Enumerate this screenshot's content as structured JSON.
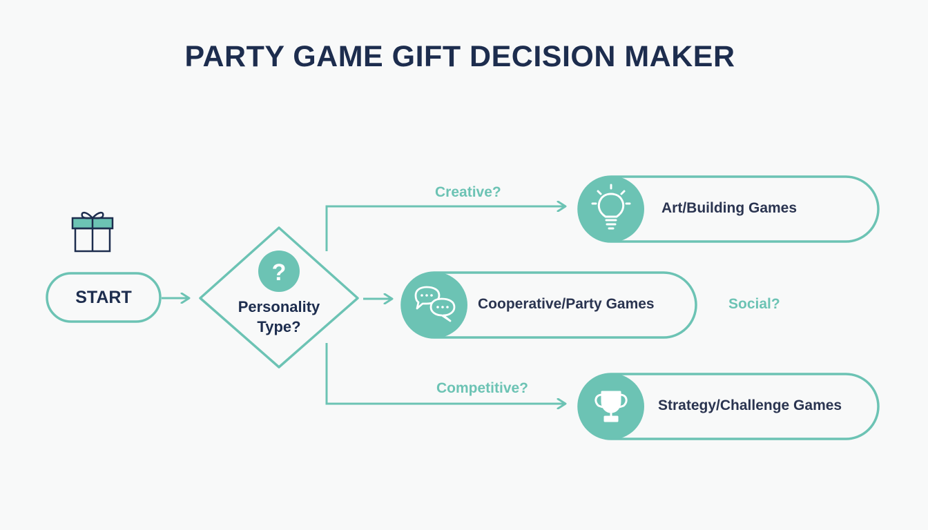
{
  "title": "PARTY GAME GIFT DECISION MAKER",
  "start": {
    "label": "START",
    "icon": "gift-icon"
  },
  "decision": {
    "label": "Personality Type?",
    "icon": "question-icon"
  },
  "branches": {
    "creative": "Creative?",
    "social": "Social?",
    "competitive": "Competitive?"
  },
  "outcomes": {
    "art": {
      "label": "Art/Building Games",
      "icon": "lightbulb-icon"
    },
    "coop": {
      "label": "Cooperative/Party Games",
      "icon": "chat-bubbles-icon"
    },
    "strategy": {
      "label": "Strategy/Challenge Games",
      "icon": "trophy-icon"
    }
  },
  "colors": {
    "accent": "#6cc3b4",
    "title": "#1d2d4e",
    "background": "#f8f9f9"
  }
}
